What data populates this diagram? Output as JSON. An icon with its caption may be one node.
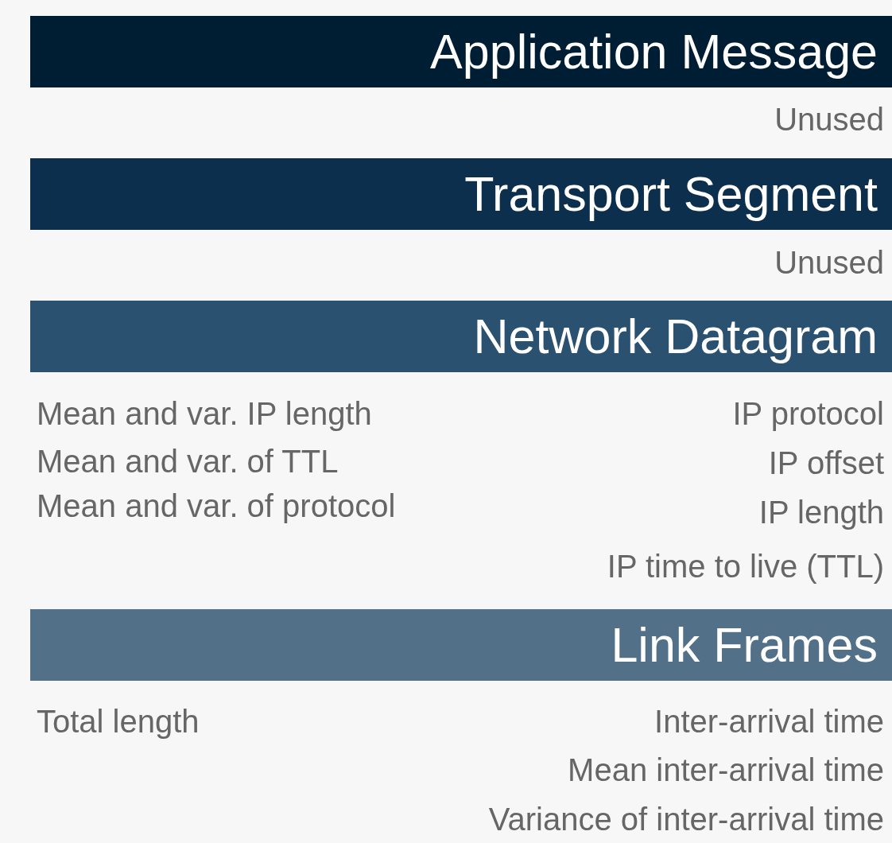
{
  "diagram": {
    "nodes": [
      {
        "text": [
          "Application Message"
        ]
      },
      {
        "text": [
          "Transport Segment"
        ]
      },
      {
        "text": [
          "Network Datagram"
        ]
      },
      {
        "text": [
          "Link Frames"
        ]
      }
    ],
    "labels": [
      "Unused",
      "Unused",
      "Mean and var. IP length",
      "IP protocol",
      "Mean and var. of TTL",
      "IP offset",
      "Mean and var. of protocol",
      "IP length",
      "IP time to live (TTL)",
      "Total length",
      "Inter-arrival time",
      "Mean inter-arrival time",
      "Variance of inter-arrival time"
    ]
  }
}
